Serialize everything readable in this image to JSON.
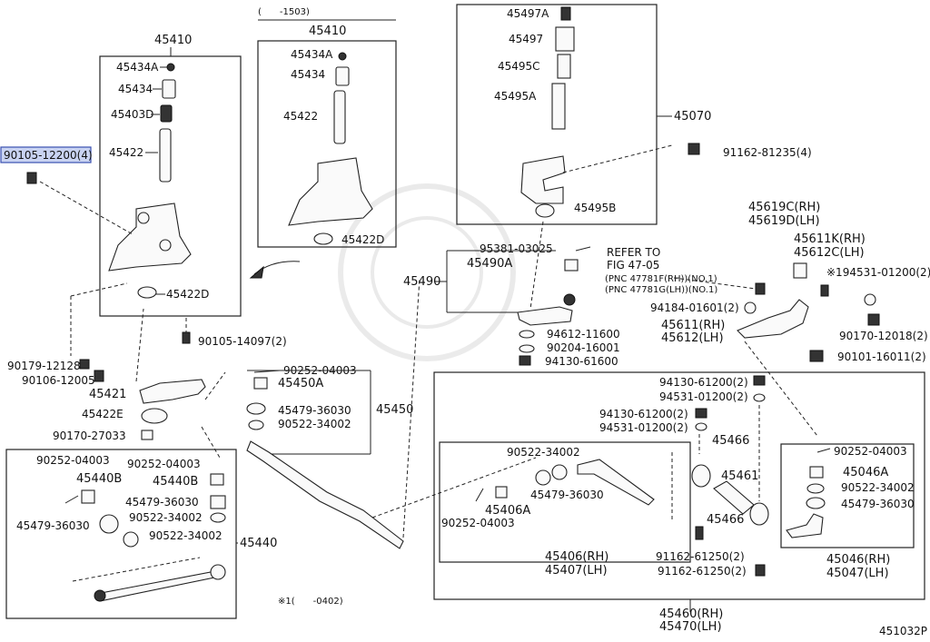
{
  "figure_code": "451032P",
  "highlight_label": "90105-12200(4)",
  "note": "※1(　　-0402)",
  "upper_note": "(　　-1503)",
  "refer_to": [
    "REFER TO",
    "FIG 47-05",
    "(PNC 47781F(RH))(NO.1)",
    "(PNC 47781G(LH))(NO.1)"
  ],
  "labels": {
    "a45410": "45410",
    "a45434A": "45434A",
    "a45434": "45434",
    "a45403D": "45403D",
    "a45422": "45422",
    "a45422D": "45422D",
    "b45410": "45410",
    "b45434A": "45434A",
    "b45434": "45434",
    "b45422": "45422",
    "b45422D": "45422D",
    "s90105_14097": "90105-14097(2)",
    "s90179_12128": "90179-12128",
    "s90106_12005": "90106-12005",
    "a45421": "45421",
    "a45422E": "45422E",
    "s90170_27033": "90170-27033",
    "p45497A": "45497A",
    "p45497": "45497",
    "p45495C": "45495C",
    "p45495A": "45495A",
    "p45070": "45070",
    "p91162_81235": "91162-81235(4)",
    "p45495B": "45495B",
    "p95381_03025": "95381-03025",
    "p45490A": "45490A",
    "p45490": "45490",
    "p94612_11600": "94612-11600",
    "p90204_16001": "90204-16001",
    "p94130_61600": "94130-61600",
    "r45619C": "45619C(RH)",
    "r45619D": "45619D(LH)",
    "r45611K": "45611K(RH)",
    "r45612C": "45612C(LH)",
    "r194531": "※194531-01200(2)",
    "r94184": "94184-01601(2)",
    "r45611": "45611(RH)",
    "r45612": "45612(LH)",
    "r90170_12018": "90170-12018(2)",
    "r90101_16011": "90101-16011(2)",
    "m90252_04003": "90252-04003",
    "m45450A": "45450A",
    "m45479_36030": "45479-36030",
    "m90522_34002": "90522-34002",
    "m45450": "45450",
    "l90252_a": "90252-04003",
    "l45440B_a": "45440B",
    "l90252_b": "90252-04003",
    "l45440B_b": "45440B",
    "l45479_a": "45479-36030",
    "l90522_a": "90522-34002",
    "l45479_b": "45479-36030",
    "l90522_b": "90522-34002",
    "l45440": "45440",
    "t94130_a": "94130-61200(2)",
    "t94531_a": "94531-01200(2)",
    "t94130_b": "94130-61200(2)",
    "t94531_b": "94531-01200(2)",
    "t45466_a": "45466",
    "t45461": "45461",
    "t45466_b": "45466",
    "t90522": "90522-34002",
    "t45406A": "45406A",
    "t45479": "45479-36030",
    "t90252": "90252-04003",
    "t45406": "45406(RH)",
    "t45407": "45407(LH)",
    "t91162_a": "91162-61250(2)",
    "t91162_b": "91162-61250(2)",
    "e90252": "90252-04003",
    "e45046A": "45046A",
    "e90522": "90522-34002",
    "e45479": "45479-36030",
    "e45046": "45046(RH)",
    "e45047": "45047(LH)",
    "t45460": "45460(RH)",
    "t45470": "45470(LH)"
  },
  "colors": {
    "highlight_fill": "#c9d3f2",
    "highlight_stroke": "#3a4fb0",
    "ink": "#111111"
  }
}
